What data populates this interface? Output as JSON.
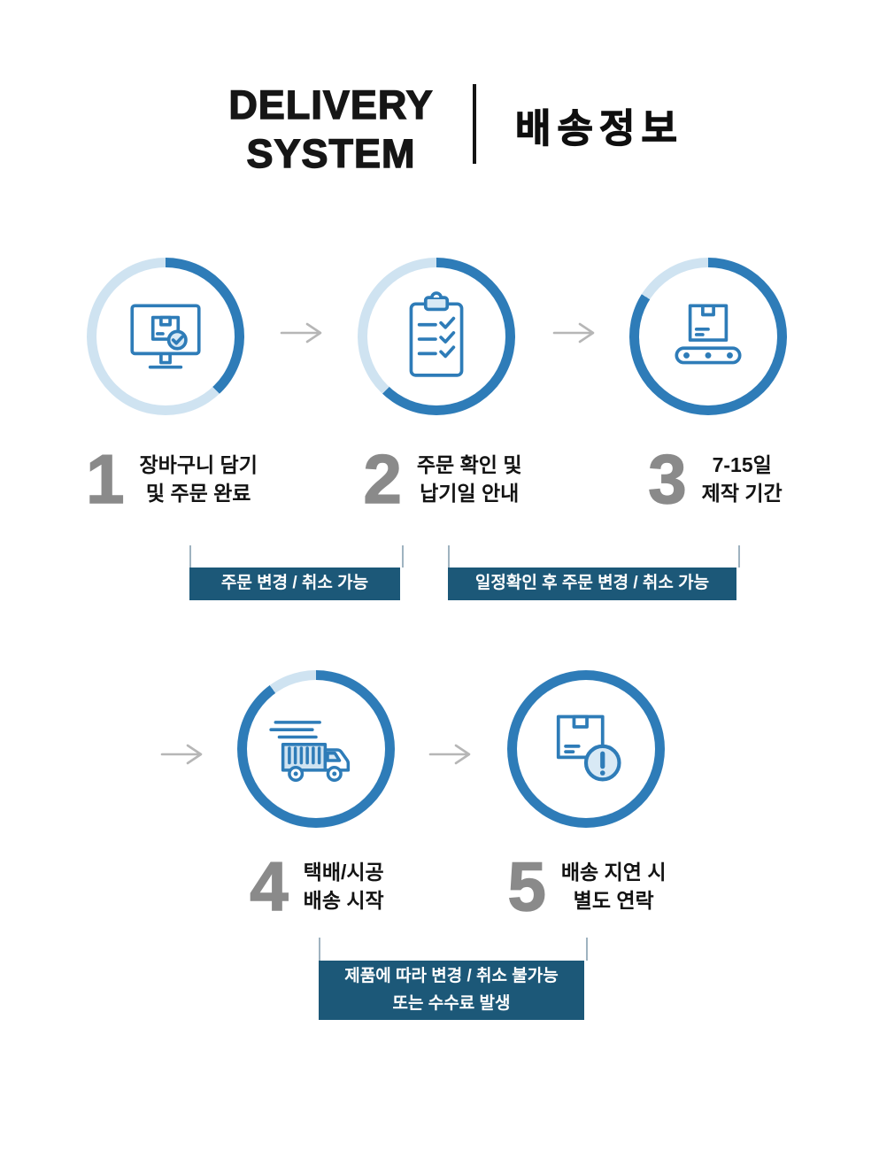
{
  "header": {
    "title_line1": "DELIVERY",
    "title_line2": "SYSTEM",
    "subtitle": "배송정보"
  },
  "steps": [
    {
      "number": "1",
      "label_line1": "장바구니 담기",
      "label_line2": "및 주문 완료",
      "icon": "monitor-order-check-icon",
      "progress_percent": 38
    },
    {
      "number": "2",
      "label_line1": "주문 확인 및",
      "label_line2": "납기일 안내",
      "icon": "clipboard-checklist-icon",
      "progress_percent": 62
    },
    {
      "number": "3",
      "label_line1": "7-15일",
      "label_line2": "제작 기간",
      "icon": "package-conveyor-icon",
      "progress_percent": 84
    },
    {
      "number": "4",
      "label_line1": "택배/시공",
      "label_line2": "배송 시작",
      "icon": "delivery-truck-icon",
      "progress_percent": 90
    },
    {
      "number": "5",
      "label_line1": "배송 지연 시",
      "label_line2": "별도 연락",
      "icon": "package-alert-icon",
      "progress_percent": 100
    }
  ],
  "badges": {
    "badge1": "주문 변경 / 취소 가능",
    "badge2": "일정확인 후 주문 변경 / 취소 가능",
    "badge3_line1": "제품에 따라 변경 / 취소 불가능",
    "badge3_line2": "또는 수수료 발생"
  },
  "colors": {
    "ring_dark": "#2e7cb8",
    "ring_light": "#cfe3f1",
    "icon_stroke": "#2e7cb8",
    "icon_fill_light": "#d8e9f5",
    "badge_bg": "#1c5878",
    "number_gray": "#8a8a8a",
    "arrow_gray": "#b6b6b6",
    "text_black": "#141414"
  }
}
